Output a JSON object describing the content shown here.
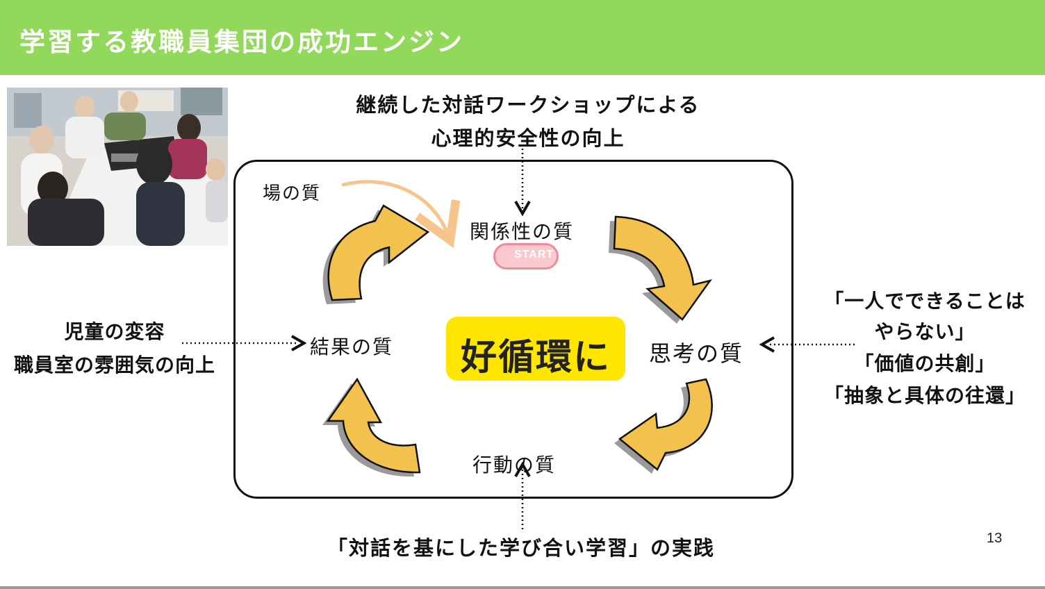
{
  "slide": {
    "title": "学習する教職員集団の成功エンジン",
    "page_number": "13"
  },
  "top_note": {
    "line1": "継続した対話ワークショップによる",
    "line2": "心理的安全性の向上"
  },
  "bottom_note": "「対話を基にした学び合い学習」の実践",
  "left_note": {
    "line1": "児童の変容",
    "line2": "職員室の雰囲気の向上"
  },
  "right_note": {
    "line1": "「一人でできることは",
    "line2": "やらない」",
    "line3": "「価値の共創」",
    "line4": "「抽象と具体の往還」"
  },
  "cycle": {
    "ba_label": "場の質",
    "relationship": "関係性の質",
    "thinking": "思考の質",
    "action": "行動の質",
    "result": "結果の質",
    "center": "好循環に",
    "start_badge": "START"
  },
  "colors": {
    "header": "#92d85a",
    "arrow_fill": "#f2c14e",
    "center_box": "#ffe600",
    "start_badge": "#f08a96"
  }
}
